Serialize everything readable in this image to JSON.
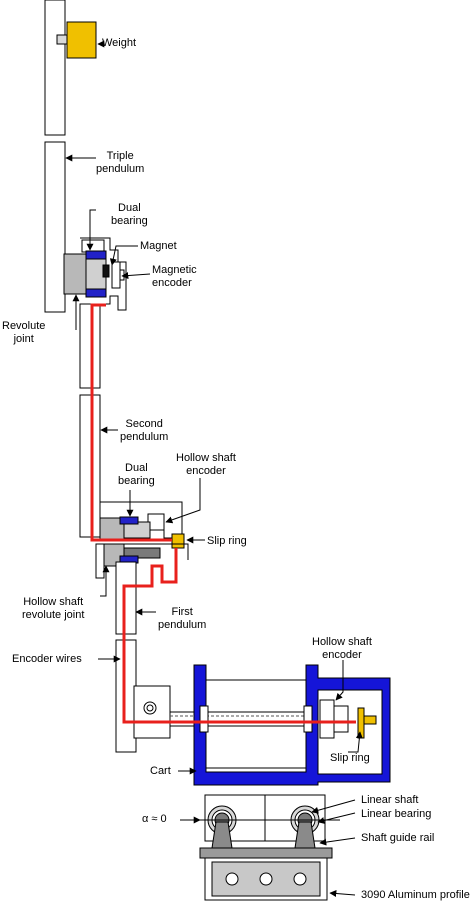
{
  "labels": {
    "weight": "Weight",
    "triple_pendulum": "Triple\npendulum",
    "dual_bearing_top": "Dual\nbearing",
    "magnet": "Magnet",
    "magnetic_encoder": "Magnetic\nencoder",
    "revolute_joint": "Revolute\njoint",
    "second_pendulum": "Second\npendulum",
    "dual_bearing_mid": "Dual\nbearing",
    "hollow_shaft_encoder_mid": "Hollow shaft\nencoder",
    "slip_ring_mid": "Slip ring",
    "hollow_shaft_revolute_joint": "Hollow shaft\nrevolute joint",
    "first_pendulum": "First\npendulum",
    "encoder_wires": "Encoder wires",
    "hollow_shaft_encoder_cart": "Hollow shaft\nencoder",
    "cart": "Cart",
    "slip_ring_cart": "Slip ring",
    "alpha": "α ≈ 0",
    "linear_shaft": "Linear shaft",
    "linear_bearing": "Linear bearing",
    "shaft_guide_rail": "Shaft guide rail",
    "aluminum_profile": "3090 Aluminum profile"
  },
  "colors": {
    "wire": "#e8201c",
    "cart_frame": "#1515d8",
    "bearing": "#2222c8",
    "weight": "#f0c000",
    "slip_ring": "#f0c000",
    "part_gray": "#b8b8b8",
    "dark_gray": "#7a7a7a"
  }
}
